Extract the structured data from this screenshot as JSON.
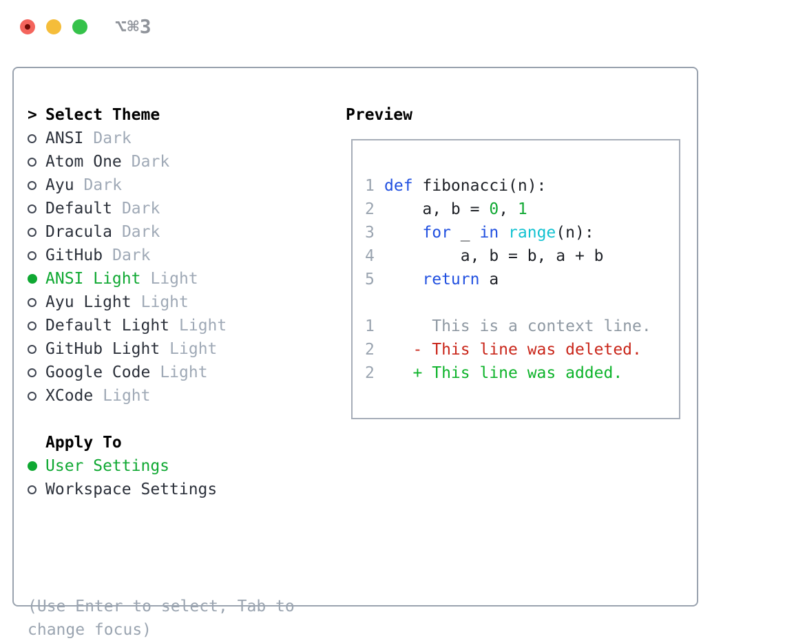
{
  "window": {
    "shortcut_label": "⌥⌘3"
  },
  "sidebar": {
    "title": "Select Theme",
    "title_marker": ">",
    "themes": [
      {
        "name": "ANSI",
        "tag": "Dark",
        "selected": false
      },
      {
        "name": "Atom One",
        "tag": "Dark",
        "selected": false
      },
      {
        "name": "Ayu",
        "tag": "Dark",
        "selected": false
      },
      {
        "name": "Default",
        "tag": "Dark",
        "selected": false
      },
      {
        "name": "Dracula",
        "tag": "Dark",
        "selected": false
      },
      {
        "name": "GitHub",
        "tag": "Dark",
        "selected": false
      },
      {
        "name": "ANSI Light",
        "tag": "Light",
        "selected": true
      },
      {
        "name": "Ayu Light",
        "tag": "Light",
        "selected": false
      },
      {
        "name": "Default Light",
        "tag": "Light",
        "selected": false
      },
      {
        "name": "GitHub Light",
        "tag": "Light",
        "selected": false
      },
      {
        "name": "Google Code",
        "tag": "Light",
        "selected": false
      },
      {
        "name": "XCode",
        "tag": "Light",
        "selected": false
      }
    ],
    "apply_to": {
      "title": "Apply To",
      "options": [
        {
          "name": "User Settings",
          "selected": true
        },
        {
          "name": "Workspace Settings",
          "selected": false
        }
      ]
    },
    "hint_lines": [
      "(Use Enter to select, Tab to",
      "change focus)"
    ]
  },
  "preview": {
    "title": "Preview",
    "lines": [
      {
        "num": "1",
        "segments": [
          {
            "text": "def",
            "style": "keyword"
          },
          {
            "text": " fibonacci(n):",
            "style": "plain"
          }
        ]
      },
      {
        "num": "2",
        "segments": [
          {
            "text": "    a, b = ",
            "style": "plain"
          },
          {
            "text": "0",
            "style": "number"
          },
          {
            "text": ", ",
            "style": "plain"
          },
          {
            "text": "1",
            "style": "number"
          }
        ]
      },
      {
        "num": "3",
        "segments": [
          {
            "text": "    ",
            "style": "plain"
          },
          {
            "text": "for",
            "style": "keyword"
          },
          {
            "text": " _ ",
            "style": "plain"
          },
          {
            "text": "in",
            "style": "keyword"
          },
          {
            "text": " ",
            "style": "plain"
          },
          {
            "text": "range",
            "style": "builtin"
          },
          {
            "text": "(n):",
            "style": "plain"
          }
        ]
      },
      {
        "num": "4",
        "segments": [
          {
            "text": "        a, b = b, a + b",
            "style": "plain"
          }
        ]
      },
      {
        "num": "5",
        "segments": [
          {
            "text": "    ",
            "style": "plain"
          },
          {
            "text": "return",
            "style": "keyword"
          },
          {
            "text": " a",
            "style": "plain"
          }
        ]
      },
      {
        "num": "",
        "segments": []
      },
      {
        "num": "1",
        "segments": [
          {
            "text": "     This is a context line.",
            "style": "context"
          }
        ]
      },
      {
        "num": "2",
        "segments": [
          {
            "text": "   - This line was deleted.",
            "style": "deleted"
          }
        ]
      },
      {
        "num": "2",
        "segments": [
          {
            "text": "   + This line was added.",
            "style": "added"
          }
        ]
      }
    ]
  },
  "colors": {
    "accent_green": "#0fa832",
    "keyword_blue": "#2150e0",
    "builtin_cyan": "#12c2d1",
    "deleted_red": "#c9261a",
    "added_green": "#0db32a",
    "muted_gray": "#9aa4b0",
    "panel_border": "#99a2ae",
    "preview_border": "#a6adb8",
    "traffic_red": "#f4645c",
    "traffic_yellow": "#f5bd3a",
    "traffic_green": "#35c24a"
  }
}
